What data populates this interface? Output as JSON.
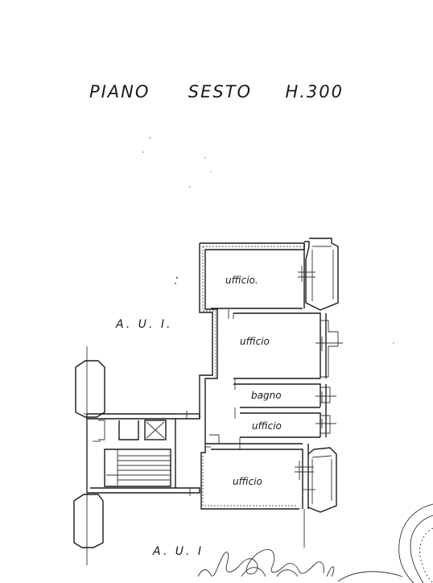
{
  "title": {
    "word1": "PIANO",
    "word2": "SESTO",
    "word3": "H.300"
  },
  "rooms": [
    {
      "label": "ufficio."
    },
    {
      "label": "ufficio"
    },
    {
      "label": "bagno"
    },
    {
      "label": "ufficio"
    },
    {
      "label": "ufficio"
    }
  ],
  "annotations": {
    "aui_upper": "A. U. I.",
    "aui_lower": "A. U. I"
  },
  "signature_text": "signature"
}
